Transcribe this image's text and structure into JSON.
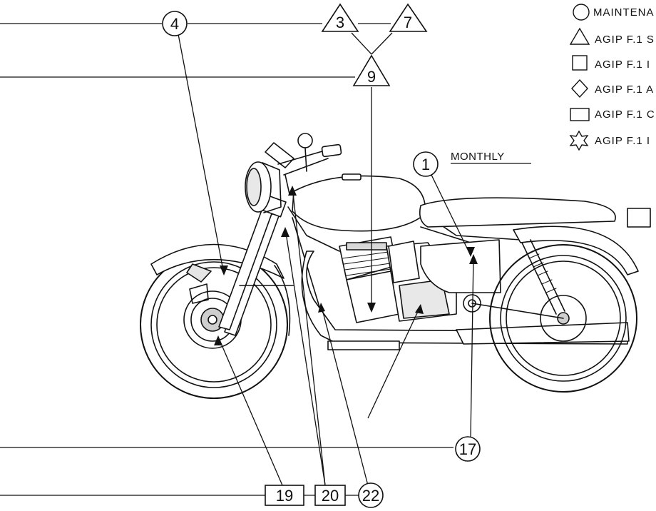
{
  "diagram": {
    "markers": {
      "m1": "1",
      "m3": "3",
      "m4": "4",
      "m7": "7",
      "m9": "9",
      "m17": "17",
      "m19": "19",
      "m20": "20",
      "m22": "22"
    },
    "monthly_label": "MONTHLY",
    "legend": [
      {
        "shape": "circle",
        "label": "MAINTENA"
      },
      {
        "shape": "triangle",
        "label": "AGIP F.1 S"
      },
      {
        "shape": "square",
        "label": "AGIP F.1 I"
      },
      {
        "shape": "diamond",
        "label": "AGIP F.1 A"
      },
      {
        "shape": "rectangle",
        "label": "AGIP F.1 C"
      },
      {
        "shape": "star",
        "label": "AGIP F.1 I"
      }
    ]
  },
  "colors": {
    "ink": "#111111",
    "paper": "#ffffff",
    "shade": "#cfcfcf"
  }
}
